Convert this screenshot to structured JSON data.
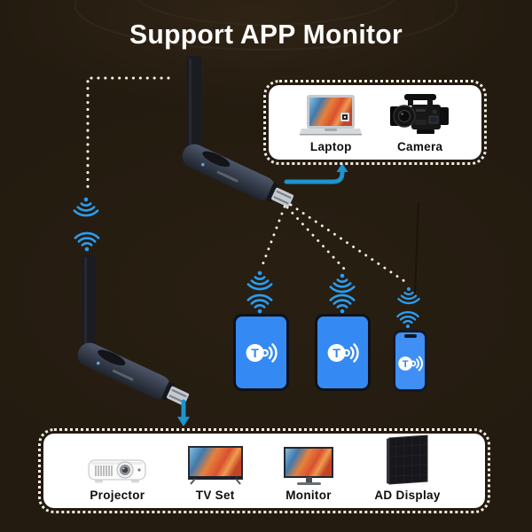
{
  "title": "Support APP Monitor",
  "colors": {
    "background": "#241b10",
    "accent_blue": "#1d93cf",
    "wifi_blue": "#2b9df0",
    "screen_blue": "#348af2",
    "panel_white": "#ffffff",
    "label_black": "#0e0e0e",
    "dot_white": "#f3eee4"
  },
  "transmitter": {
    "name": "wireless HDMI transmitter dongle"
  },
  "receiver": {
    "name": "wireless HDMI receiver dongle"
  },
  "source_box": {
    "items": [
      {
        "label": "Laptop",
        "icon": "laptop-icon"
      },
      {
        "label": "Camera",
        "icon": "camera-icon"
      }
    ]
  },
  "app_devices": {
    "logo_letter": "T",
    "items": [
      {
        "type": "tablet"
      },
      {
        "type": "tablet"
      },
      {
        "type": "phone"
      }
    ]
  },
  "display_box": {
    "items": [
      {
        "label": "Projector",
        "icon": "projector-icon"
      },
      {
        "label": "TV Set",
        "icon": "tv-icon"
      },
      {
        "label": "Monitor",
        "icon": "monitor-icon"
      },
      {
        "label": "AD Display",
        "icon": "ad-display-icon"
      }
    ]
  }
}
